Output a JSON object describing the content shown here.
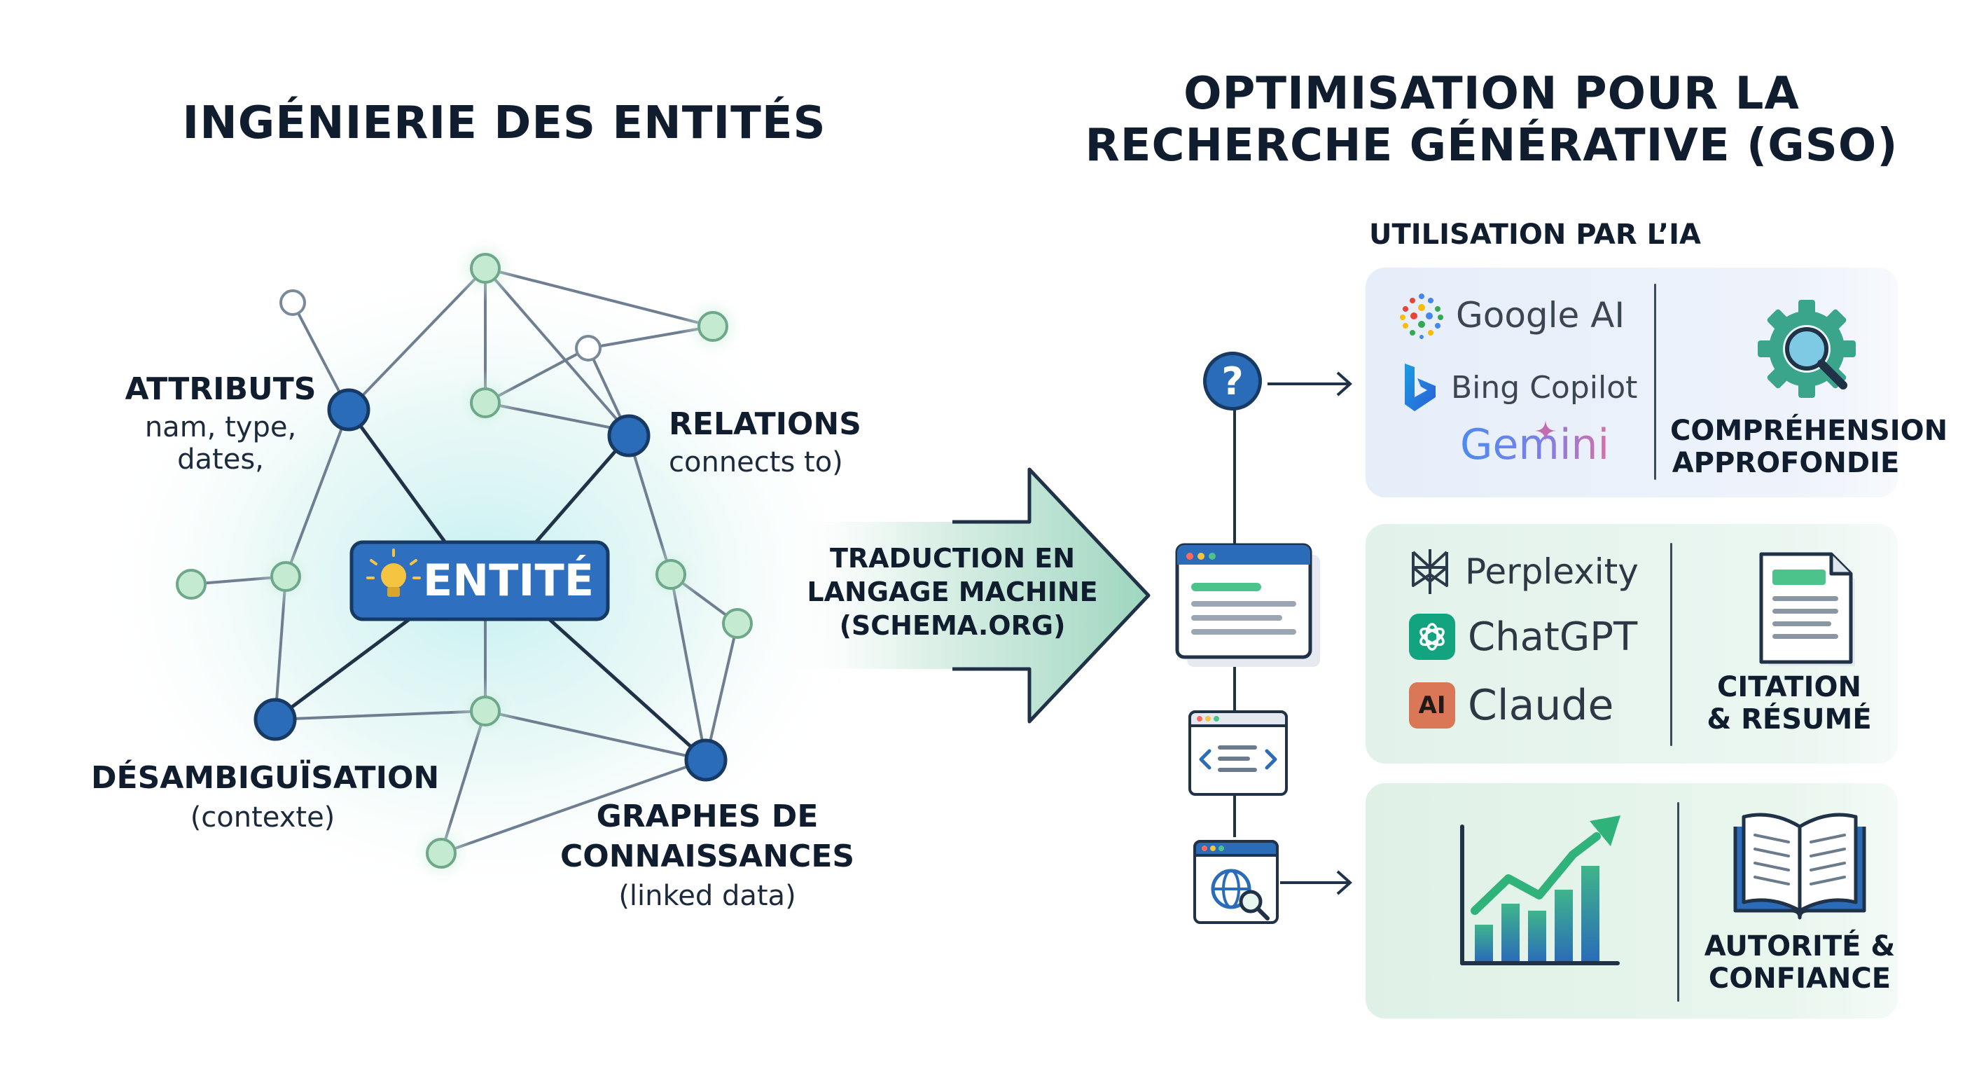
{
  "left": {
    "title": "INGÉNIERIE DES ENTITÉS",
    "center_label": "ENTITÉ",
    "attributs": {
      "title": "ATTRIBUTS",
      "line1": "nam, type,",
      "line2": "dates,"
    },
    "relations": {
      "title": "RELATIONS",
      "line1": "connects to)"
    },
    "desamb": {
      "title": "DÉSAMBIGUÏSATION",
      "line1": "(contexte)"
    },
    "graphes": {
      "title_line1": "GRAPHES DE",
      "title_line2": "CONNAISSANCES",
      "line1": "(linked data)"
    }
  },
  "arrow": {
    "line1": "TRADUCTION EN",
    "line2": "LANGAGE MACHINE",
    "line3": "(SCHEMA.ORG)"
  },
  "right": {
    "title_line1": "OPTIMISATION POUR LA",
    "title_line2": "RECHERCHE GÉNÉRATIVE (GSO)",
    "subtitle": "UTILISATION PAR L’IA",
    "question_mark": "?",
    "panel1": {
      "brands": [
        "Google AI",
        "Bing Copilot",
        "Gemini"
      ],
      "caption_line1": "COMPRÉHENSION",
      "caption_line2": "APPROFONDIE"
    },
    "panel2": {
      "brands": [
        "Perplexity",
        "ChatGPT",
        "Claude"
      ],
      "claude_mark": "AI",
      "caption_line1": "CITATION",
      "caption_line2": "& RÉSUMÉ"
    },
    "panel3": {
      "caption_line1": "AUTORITÉ &",
      "caption_line2": "CONFIANCE"
    }
  },
  "colors": {
    "node_blue": "#2b6cb8",
    "node_green": "#bfe8cc",
    "edge": "#25354a",
    "arrow_fill": "#a9dcc8",
    "panel1_bg": "#eaf1fb",
    "panel2_bg": "#e6f4ee",
    "panel3_bg": "#e4f3ea"
  }
}
